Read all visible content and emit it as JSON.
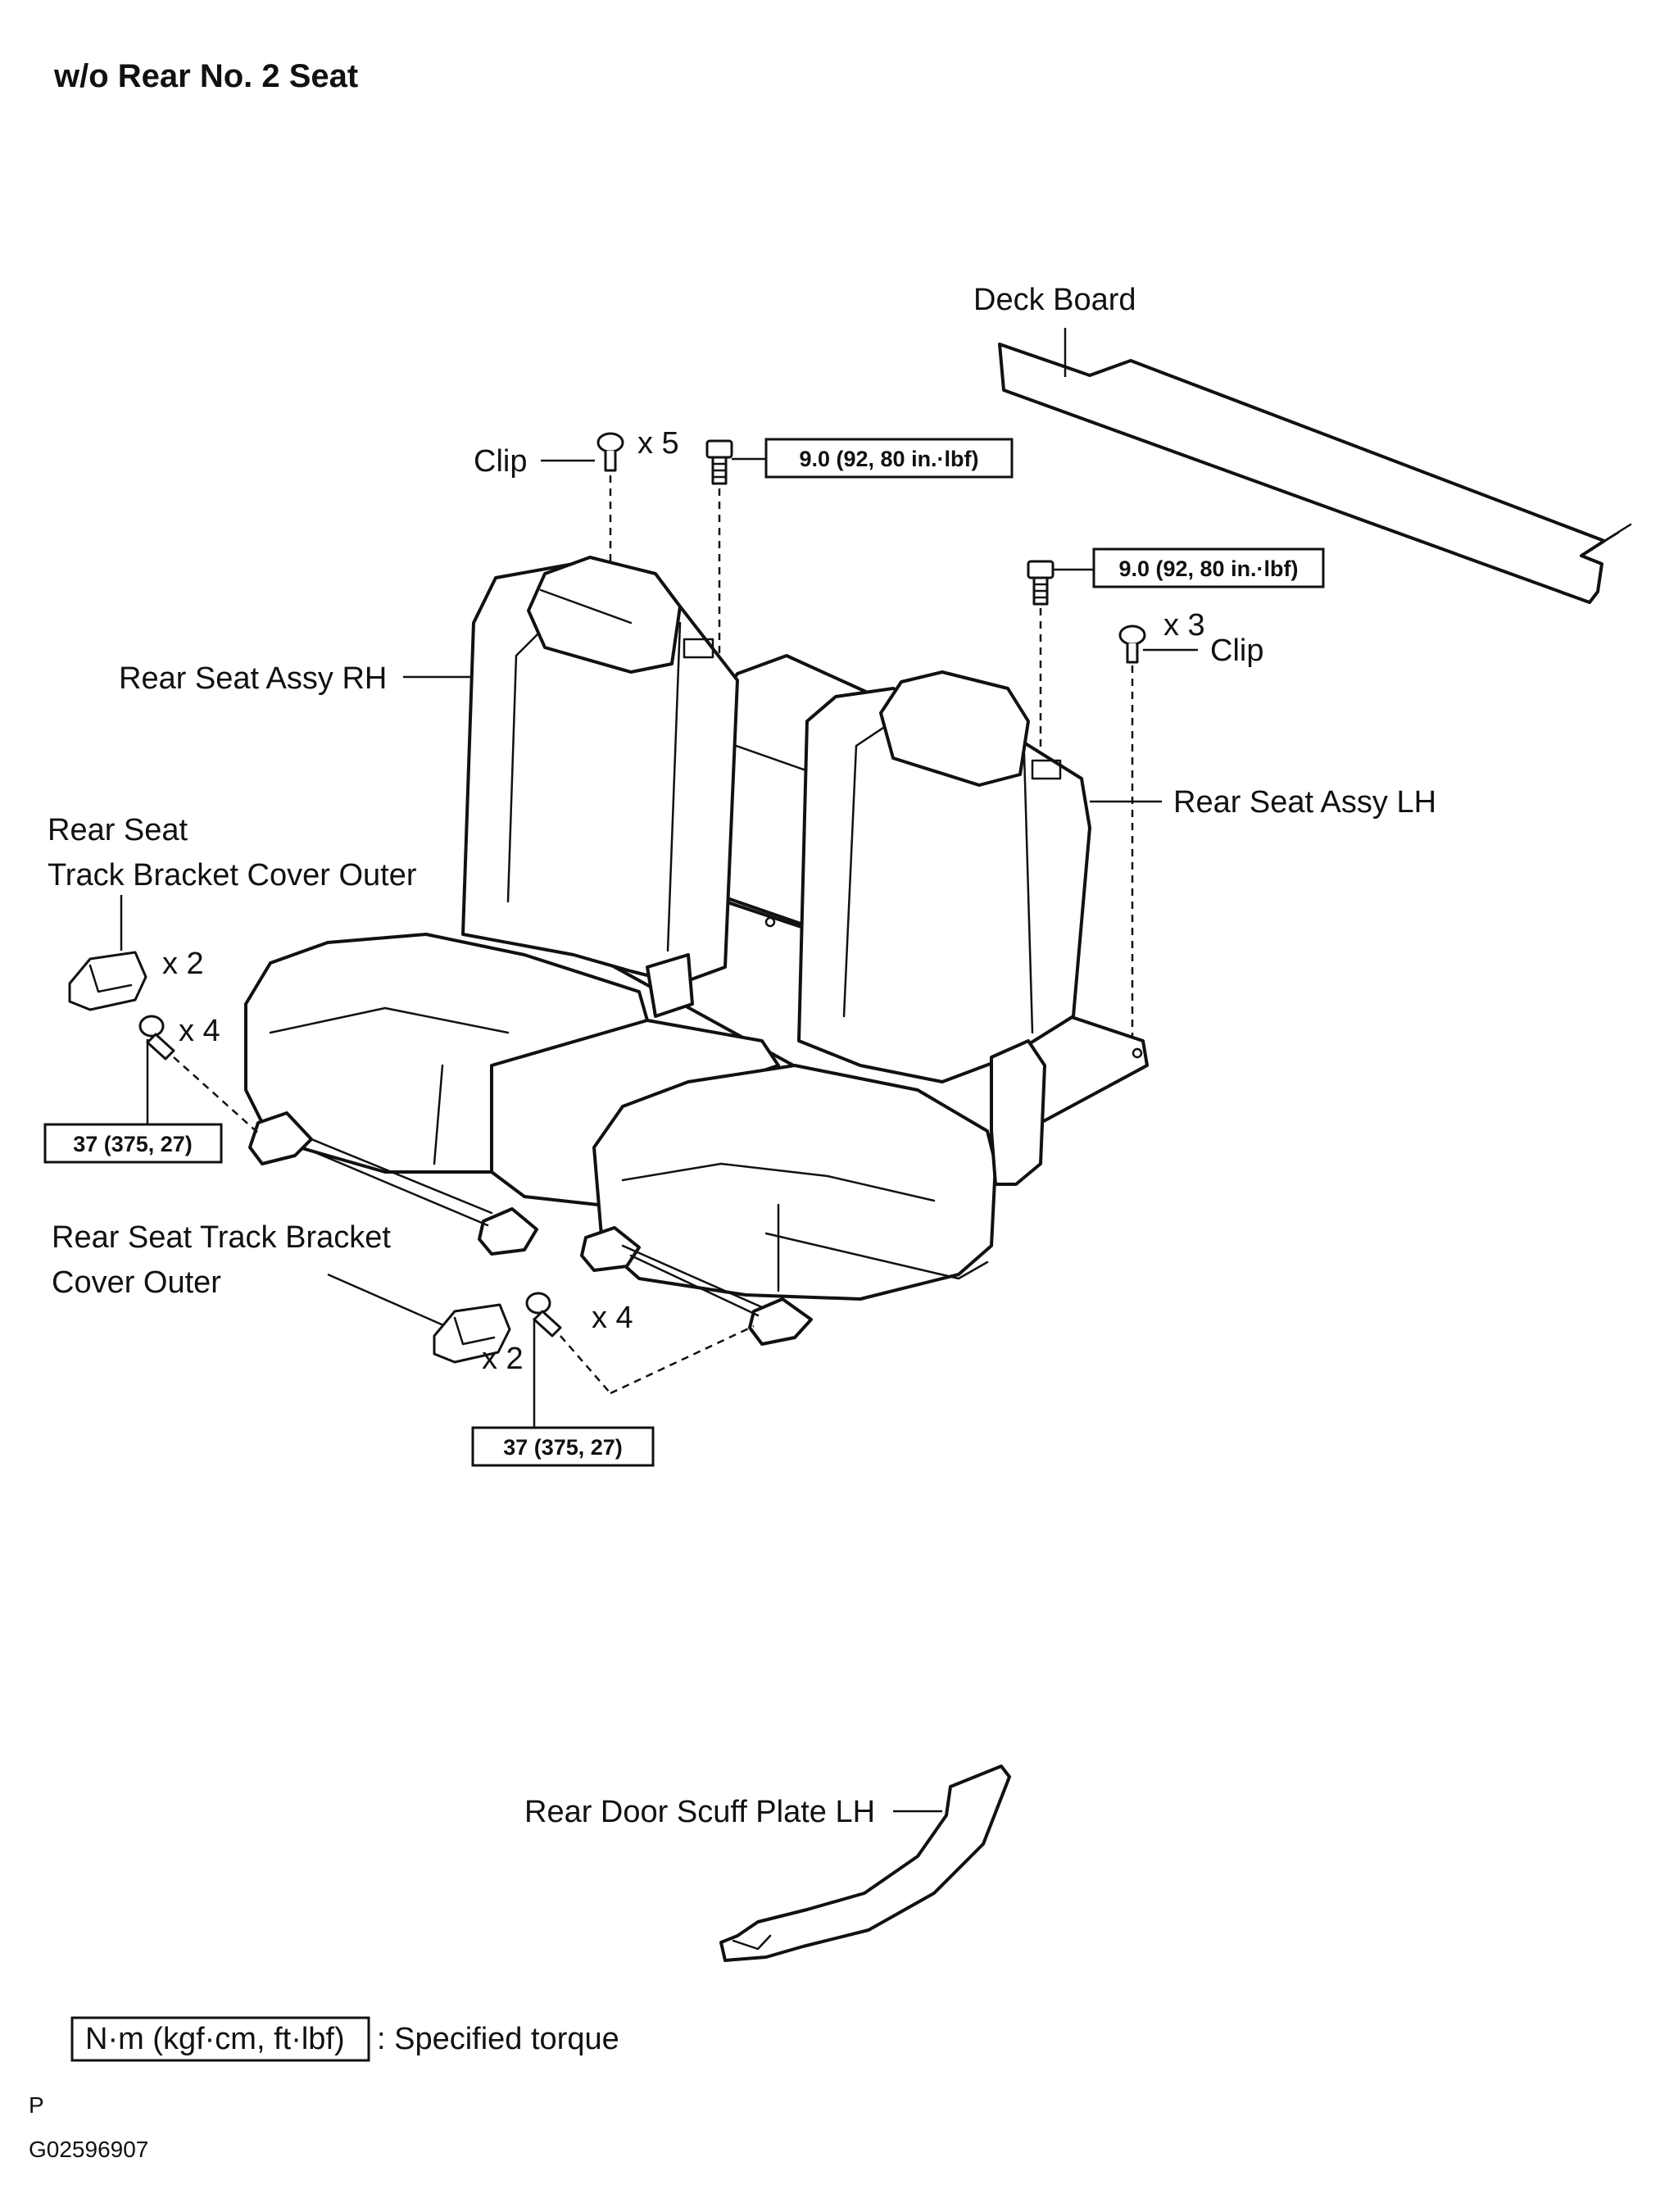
{
  "title": "w/o Rear No. 2 Seat",
  "labels": {
    "deck_board": "Deck Board",
    "clip_top": "Clip",
    "clip_top_qty": "x 5",
    "torque_top_center": "9.0 (92, 80 in.·lbf)",
    "torque_top_right": "9.0 (92, 80 in.·lbf)",
    "clip_right": "Clip",
    "clip_right_qty": "x 3",
    "rear_seat_rh": "Rear Seat Assy RH",
    "rear_seat_lh": "Rear Seat Assy LH",
    "cover_outer_left_line1": "Rear Seat",
    "cover_outer_left_line2": "Track Bracket Cover Outer",
    "cover_outer_left_qty": "x 2",
    "bolt_left_qty": "x 4",
    "torque_left": "37 (375, 27)",
    "cover_outer_bottom_line1": "Rear Seat Track Bracket",
    "cover_outer_bottom_line2": "Cover Outer",
    "cover_outer_bottom_qty": "x 2",
    "bolt_bottom_qty": "x 4",
    "torque_bottom": "37 (375, 27)",
    "scuff_plate": "Rear Door Scuff Plate LH"
  },
  "legend": {
    "unit_box": "N·m (kgf·cm, ft·lbf)",
    "description": ": Specified torque"
  },
  "footer": {
    "code_letter": "P",
    "figure_id": "G02596907"
  }
}
